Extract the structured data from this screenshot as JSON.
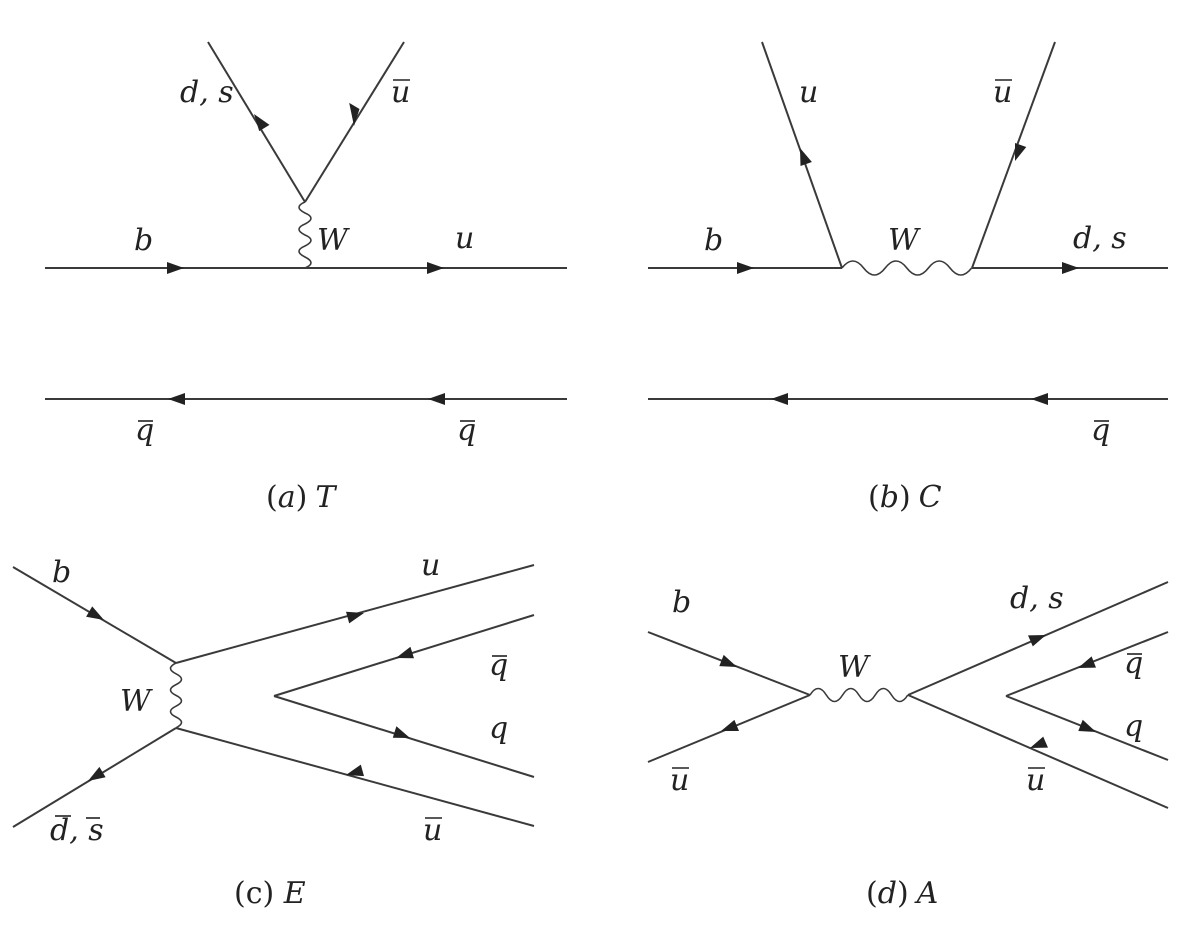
{
  "panels": [
    {
      "caption": {
        "prefix": "(",
        "letter": "a",
        "suffix": ")",
        "name": "T"
      },
      "labels": {
        "b": "b",
        "u": "u",
        "ds": "d, s",
        "ubar": "u",
        "W": "W",
        "qbar_left": "q",
        "qbar_right": "q"
      }
    },
    {
      "caption": {
        "prefix": "(",
        "letter": "b",
        "suffix": ")",
        "name": "C"
      },
      "labels": {
        "b": "b",
        "u": "u",
        "ubar": "u",
        "W": "W",
        "ds": "d, s",
        "qbar": "q"
      }
    },
    {
      "caption": {
        "prefix": "(c) ",
        "name": "E"
      },
      "labels": {
        "b": "b",
        "W": "W",
        "dbar": "d",
        "sep": ", ",
        "sbar": "s",
        "u": "u",
        "qbar": "q",
        "q": "q",
        "ubar": "u"
      }
    },
    {
      "caption": {
        "prefix": "(",
        "letter": "d",
        "suffix": ")",
        "name": "A"
      },
      "labels": {
        "b": "b",
        "ubar_left": "u",
        "W": "W",
        "ds": "d, s",
        "qbar": "q",
        "q": "q",
        "ubar_right": "u"
      }
    }
  ],
  "colors": {
    "ink": "#222222",
    "line": "#3a3a3a",
    "background": "#ffffff"
  }
}
